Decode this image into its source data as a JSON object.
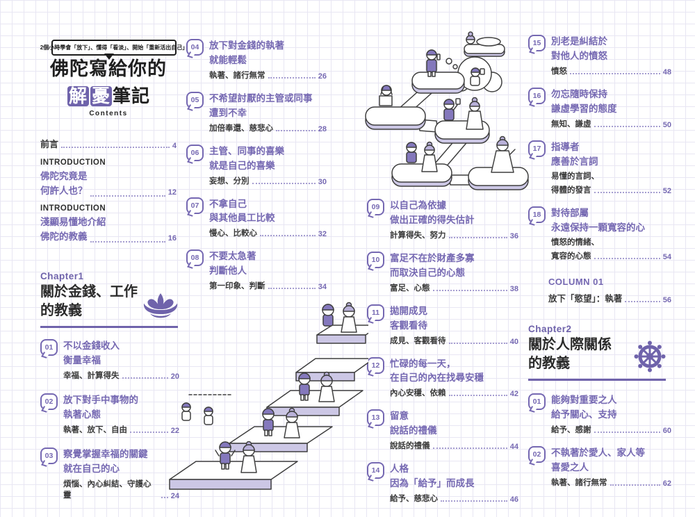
{
  "header": {
    "banner": "2個小時學會「放下」、懂得「看淡」、開始「重新活出自己」",
    "title_top": "佛陀寫給你的",
    "title_hl1": "解",
    "title_hl2": "憂",
    "title_rest": "筆記",
    "contents_label": "Contents"
  },
  "colors": {
    "accent_purple": "#6f63ab",
    "text_purple": "#7568b2",
    "dark_text": "#2b2b2b",
    "platform_light": "#ccc7e5",
    "grid_line": "#e8e6f3"
  },
  "toc": {
    "preface": {
      "label": "前言",
      "page": "4"
    },
    "intro1": {
      "label": "INTRODUCTION",
      "line1": "佛陀究竟是",
      "line2": "何許人也？",
      "page": "12"
    },
    "intro2": {
      "label": "INTRODUCTION",
      "line1": "淺顯易懂地介紹",
      "line2": "佛陀的教義",
      "page": "16"
    },
    "chapter1": {
      "label": "Chapter1",
      "title": "關於金錢、工作\n的教義",
      "icon": "lotus-icon"
    },
    "chapter2": {
      "label": "Chapter2",
      "title": "關於人際關係\n的教義",
      "icon": "dharma-wheel-icon"
    },
    "column_box": {
      "label": "COLUMN 01",
      "text": "放下「慾望」：執著",
      "page": "56"
    },
    "col1_entries": [
      {
        "num": "01",
        "title": "不以金錢收入\n衡量幸福",
        "kw": "幸福、計算得失",
        "page": "20"
      },
      {
        "num": "02",
        "title": "放下對手中事物的\n執著心態",
        "kw": "執著、放下、自由",
        "page": "22"
      },
      {
        "num": "03",
        "title": "察覺掌握幸福的關鍵\n就在自己的心",
        "kw": "煩惱、內心糾結、守護心靈",
        "page": "24"
      }
    ],
    "col2_entries": [
      {
        "num": "04",
        "title": "放下對金錢的執著\n就能輕鬆",
        "kw": "執著、諸行無常",
        "page": "26"
      },
      {
        "num": "05",
        "title": "不希望討厭的主管或同事\n遭到不幸",
        "kw": "加倍奉還、慈悲心",
        "page": "28"
      },
      {
        "num": "06",
        "title": "主管、同事的喜樂\n就是自己的喜樂",
        "kw": "妄想、分別",
        "page": "30"
      },
      {
        "num": "07",
        "title": "不拿自己\n與其他員工比較",
        "kw": "慢心、比較心",
        "page": "32"
      },
      {
        "num": "08",
        "title": "不要太急著\n判斷他人",
        "kw": "第一印象、判斷",
        "page": "34"
      }
    ],
    "col3_entries": [
      {
        "num": "09",
        "title": "以自己為依據\n做出正確的得失估計",
        "kw": "計算得失、努力",
        "page": "36"
      },
      {
        "num": "10",
        "title": "富足不在於財產多寡\n而取決自己的心態",
        "kw": "富足、心態",
        "page": "38"
      },
      {
        "num": "11",
        "title": "拋開成見\n客觀看待",
        "kw": "成見、客觀看待",
        "page": "40"
      },
      {
        "num": "12",
        "title": "忙碌的每一天，\n在自己的內在找尋安穩",
        "kw": "內心安穩、依賴",
        "page": "42"
      },
      {
        "num": "13",
        "title": "留意\n說話的禮儀",
        "kw": "說話的禮儀",
        "page": "44"
      },
      {
        "num": "14",
        "title": "人格\n因為「給予」而成長",
        "kw": "給予、慈悲心",
        "page": "46"
      }
    ],
    "col4_entries": [
      {
        "num": "15",
        "title": "別老是糾結於\n對他人的憤怒",
        "kw": "憤怒",
        "page": "48"
      },
      {
        "num": "16",
        "title": "勿忘隨時保持\n謙虛學習的態度",
        "kw": "無知、謙虛",
        "page": "50"
      },
      {
        "num": "17",
        "title": "指導者\n應善於言詞",
        "kw_pre": "易懂的言詞、",
        "kw": "得體的發言",
        "page": "52"
      },
      {
        "num": "18",
        "title": "對待部屬\n永遠保持一顆寬容的心",
        "kw_pre": "憤怒的情緒、",
        "kw": "寬容的心態",
        "page": "54"
      }
    ],
    "ch2_entries": [
      {
        "num": "01",
        "title": "能夠對重要之人\n給予關心、支持",
        "kw": "給予、感謝",
        "page": "60"
      },
      {
        "num": "02",
        "title": "不執著於愛人、家人等\n喜愛之人",
        "kw": "執著、諸行無常",
        "page": "62"
      }
    ]
  },
  "illustrations": {
    "clouds": "characters-relaxing-on-cloud-platforms",
    "stairs": "characters-conversing-on-ascending-steps"
  }
}
